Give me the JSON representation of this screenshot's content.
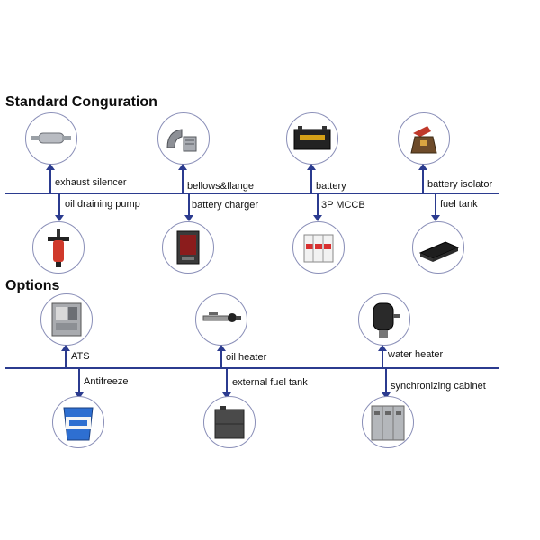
{
  "standard": {
    "title": "Standard Conguration",
    "items_above": [
      {
        "label": "exhaust silencer",
        "icon": "exhaust-silencer-icon"
      },
      {
        "label": "bellows&flange",
        "icon": "bellows-flange-icon"
      },
      {
        "label": "battery",
        "icon": "battery-icon"
      },
      {
        "label": "battery isolator",
        "icon": "battery-isolator-icon"
      }
    ],
    "items_below": [
      {
        "label": "oil draining pump",
        "icon": "oil-draining-pump-icon"
      },
      {
        "label": "battery charger",
        "icon": "battery-charger-icon"
      },
      {
        "label": "3P MCCB",
        "icon": "mccb-breaker-icon"
      },
      {
        "label": "fuel tank",
        "icon": "fuel-tank-icon"
      }
    ]
  },
  "options": {
    "title": "Options",
    "items_above": [
      {
        "label": "ATS",
        "icon": "ats-cabinet-icon"
      },
      {
        "label": "oil heater",
        "icon": "oil-heater-icon"
      },
      {
        "label": "water heater",
        "icon": "water-heater-icon"
      }
    ],
    "items_below": [
      {
        "label": "Antifreeze",
        "icon": "antifreeze-bucket-icon"
      },
      {
        "label": "external fuel tank",
        "icon": "external-fuel-tank-icon"
      },
      {
        "label": "synchronizing cabinet",
        "icon": "synchronizing-cabinet-icon"
      }
    ]
  },
  "colors": {
    "line": "#2b3b8f",
    "circle_border": "#8a8fb8"
  }
}
